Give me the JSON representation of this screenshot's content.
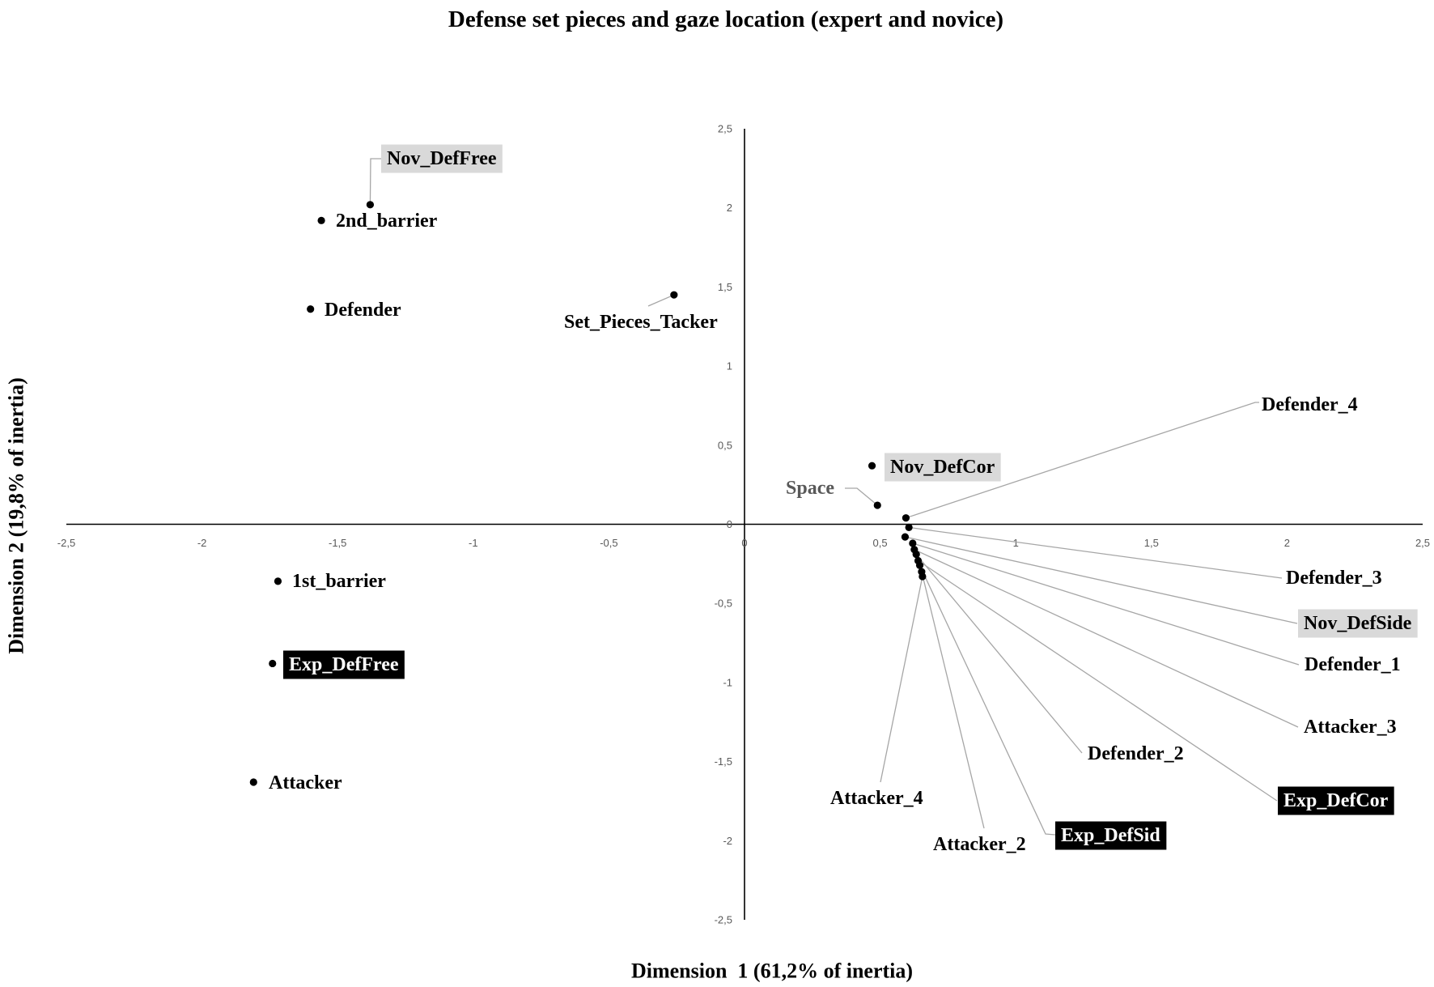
{
  "chart_data": {
    "type": "scatter",
    "title": "Defense set pieces and gaze location (expert and novice)",
    "xlabel": "Dimension  1 (61,2% of inertia)",
    "ylabel": "Dimension 2 (19,8% of inertia)",
    "xlim": [
      -2.5,
      2.5
    ],
    "ylim": [
      -2.5,
      2.5
    ],
    "grid": false,
    "xticks": [
      {
        "value": -2.5,
        "label": "-2,5"
      },
      {
        "value": -2,
        "label": "-2"
      },
      {
        "value": -1.5,
        "label": "-1,5"
      },
      {
        "value": -1,
        "label": "-1"
      },
      {
        "value": -0.5,
        "label": "-0,5"
      },
      {
        "value": 0,
        "label": "0"
      },
      {
        "value": 0.5,
        "label": "0,5"
      },
      {
        "value": 1,
        "label": "1"
      },
      {
        "value": 1.5,
        "label": "1,5"
      },
      {
        "value": 2,
        "label": "2"
      },
      {
        "value": 2.5,
        "label": "2,5"
      }
    ],
    "yticks": [
      {
        "value": 2.5,
        "label": "2,5"
      },
      {
        "value": 2,
        "label": "2"
      },
      {
        "value": 1.5,
        "label": "1,5"
      },
      {
        "value": 1,
        "label": "1"
      },
      {
        "value": 0.5,
        "label": "0,5"
      },
      {
        "value": 0,
        "label": "0"
      },
      {
        "value": -0.5,
        "label": "-0,5"
      },
      {
        "value": -1,
        "label": "-1"
      },
      {
        "value": -1.5,
        "label": "-1,5"
      },
      {
        "value": -2,
        "label": "-2"
      },
      {
        "value": -2.5,
        "label": "-2,5"
      }
    ],
    "colors": {
      "point": "#000000",
      "axis": "#000000",
      "leader": "#a6a6a6"
    },
    "points": [
      {
        "label": "Nov_DefFree",
        "x": -1.38,
        "y": 2.02,
        "label_bg": "#d9d9d9",
        "label_color": "#000000"
      },
      {
        "label": "2nd_barrier",
        "x": -1.56,
        "y": 1.92,
        "label_bg": null,
        "label_color": "#000000"
      },
      {
        "label": "Defender",
        "x": -1.6,
        "y": 1.36,
        "label_bg": null,
        "label_color": "#000000"
      },
      {
        "label": "Set_Pieces_Tacker",
        "x": -0.26,
        "y": 1.45,
        "label_bg": null,
        "label_color": "#000000"
      },
      {
        "label": "1st_barrier",
        "x": -1.72,
        "y": -0.36,
        "label_bg": null,
        "label_color": "#000000"
      },
      {
        "label": "Exp_DefFree",
        "x": -1.74,
        "y": -0.88,
        "label_bg": "#000000",
        "label_color": "#ffffff"
      },
      {
        "label": "Attacker",
        "x": -1.81,
        "y": -1.63,
        "label_bg": null,
        "label_color": "#000000"
      },
      {
        "label": "Nov_DefCor",
        "x": 0.47,
        "y": 0.37,
        "label_bg": "#d9d9d9",
        "label_color": "#000000"
      },
      {
        "label": "Space",
        "x": 0.49,
        "y": 0.12,
        "label_bg": null,
        "label_color": "#595959"
      },
      {
        "label": "Defender_4",
        "x": 0.595,
        "y": 0.04,
        "label_bg": null,
        "label_color": "#000000"
      },
      {
        "label": "Defender_3",
        "x": 0.606,
        "y": -0.02,
        "label_bg": null,
        "label_color": "#000000"
      },
      {
        "label": "Nov_DefSide",
        "x": 0.592,
        "y": -0.08,
        "label_bg": "#d9d9d9",
        "label_color": "#000000"
      },
      {
        "label": "Defender_1",
        "x": 0.62,
        "y": -0.12,
        "label_bg": null,
        "label_color": "#000000"
      },
      {
        "label": "Attacker_3",
        "x": 0.626,
        "y": -0.16,
        "label_bg": null,
        "label_color": "#000000"
      },
      {
        "label": "Defender_2",
        "x": 0.633,
        "y": -0.19,
        "label_bg": null,
        "label_color": "#000000"
      },
      {
        "label": "Exp_DefCor",
        "x": 0.64,
        "y": -0.23,
        "label_bg": "#000000",
        "label_color": "#ffffff"
      },
      {
        "label": "Exp_DefSid",
        "x": 0.646,
        "y": -0.26,
        "label_bg": "#000000",
        "label_color": "#ffffff"
      },
      {
        "label": "Attacker_2",
        "x": 0.653,
        "y": -0.3,
        "label_bg": null,
        "label_color": "#000000"
      },
      {
        "label": "Attacker_4",
        "x": 0.656,
        "y": -0.33,
        "label_bg": null,
        "label_color": "#000000"
      }
    ]
  }
}
